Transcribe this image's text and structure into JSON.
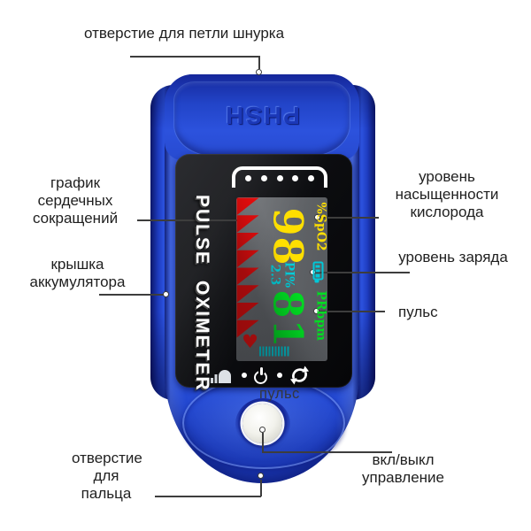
{
  "diagram": {
    "labels": {
      "lanyard_hole": "отверстие для петли шнурка",
      "heart_rate_graph": "график\nсердечных\nсокращений",
      "battery_cover": "крышка\nаккумулятора",
      "oxygen_saturation": "уровень\nнасыщенности\nкислорода",
      "charge_level": "уровень заряда",
      "pulse": "пульс",
      "pulse_small": "пульс",
      "finger_hole": "отверстие\nдля\nпальца",
      "power_control": "вкл/выкл\nуправление"
    }
  },
  "device": {
    "brand": "PHSH",
    "panel_title": "PULSE OXIMETER",
    "screen": {
      "spo2_label": "%SpO2",
      "spo2_value": "98",
      "pi_label": "PI%",
      "pi_value": "2.3",
      "pr_label": "PRbpm",
      "pr_value": "81"
    },
    "icons": {
      "heart_glyph": "♥",
      "names": [
        "signal-dome-icon",
        "power-icon",
        "refresh-icon",
        "battery-icon",
        "heart-icon",
        "finger-guide-bracket"
      ]
    },
    "colors": {
      "body_blue": "#2b50d8",
      "value_yellow": "#ffdf00",
      "value_green": "#00dd22",
      "accent_cyan": "#00c8d8",
      "waveform_red": "#e80c0c"
    }
  }
}
